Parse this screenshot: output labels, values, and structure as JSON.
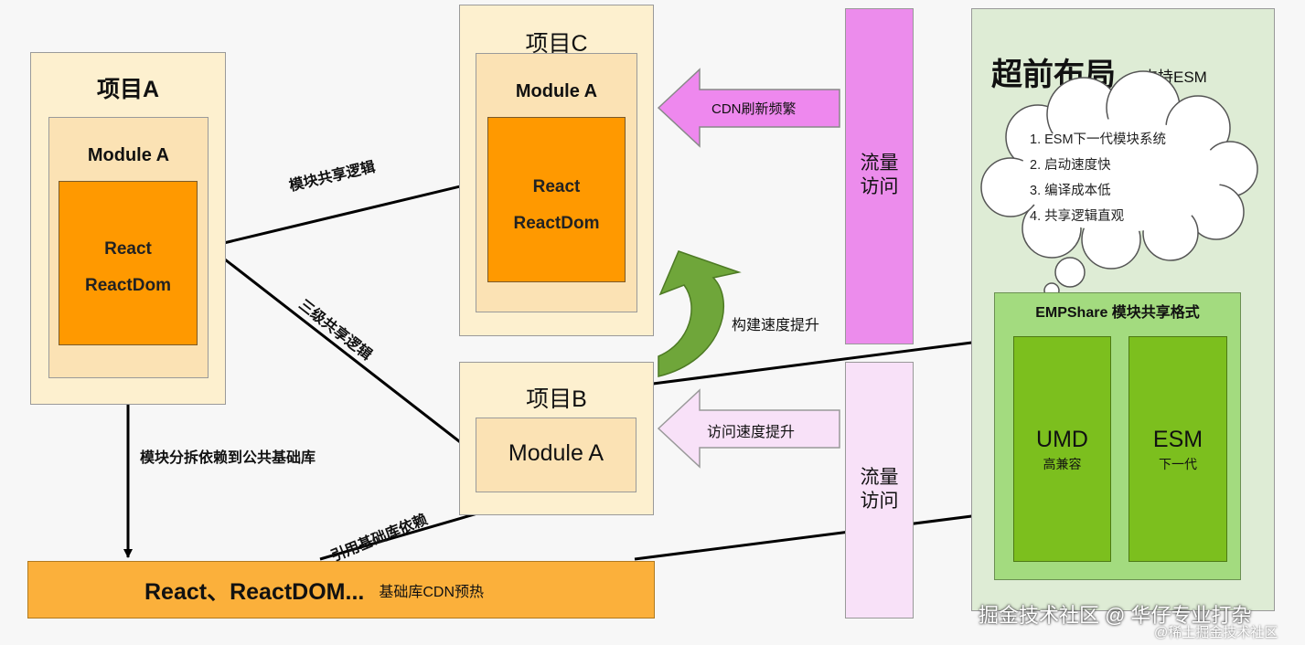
{
  "project_a": {
    "title": "项目A",
    "module": "Module A",
    "libs": [
      "React",
      "ReactDom"
    ]
  },
  "project_c": {
    "title": "项目C",
    "module": "Module A",
    "libs": [
      "React",
      "ReactDom"
    ]
  },
  "project_b": {
    "title": "项目B",
    "module": "Module A"
  },
  "base_lib": {
    "title": "React、ReactDOM...",
    "subtitle": "基础库CDN预热"
  },
  "labels": {
    "share_logic": "模块共享逻辑",
    "three_level": "三级共享逻辑",
    "split_deps": "模块分拆依赖到公共基础库",
    "ref_base": "引用基础库依赖",
    "cdn_refresh": "CDN刷新频繁",
    "build_speed": "构建速度提升",
    "access_speed": "访问速度提升"
  },
  "traffic_top": "流量\n访问",
  "traffic_bottom": "流量\n访问",
  "right_panel": {
    "title": "超前布局",
    "subtitle": "支持ESM",
    "cloud_items": [
      "1.  ESM下一代模块系统",
      "2.  启动速度快",
      "3.  编译成本低",
      "4.  共享逻辑直观"
    ],
    "format_title": "EMPShare 模块共享格式",
    "umd": {
      "name": "UMD",
      "desc": "高兼容"
    },
    "esm": {
      "name": "ESM",
      "desc": "下一代"
    }
  },
  "watermark": {
    "main": "掘金技术社区 @ 华仔专业打杂",
    "sub": "@稀土掘金技术社区"
  },
  "colors": {
    "project_bg": "#fdf0cf",
    "module_bg": "#fbe2b4",
    "core_orange": "#ff9900",
    "base_bar": "#fbb03b",
    "traffic_top": "#ec8cec",
    "traffic_bottom": "#f8e1f8",
    "arrow_pink": "#ee88ee",
    "arrow_green": "#6fa63a",
    "panel_bg": "#deecd5",
    "format_bg": "#a3db7f",
    "format_inner": "#7cbf1e"
  }
}
